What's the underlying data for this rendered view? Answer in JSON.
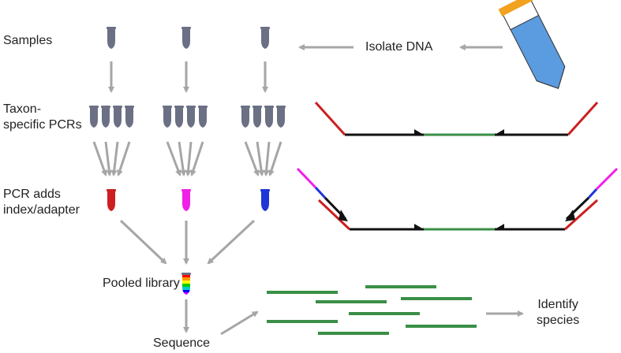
{
  "labels": {
    "samples": "Samples",
    "isolate": "Isolate DNA",
    "taxon": "Taxon-\nspecific PCRs",
    "pcr_adds": "PCR adds\nindex/adapter",
    "pooled": "Pooled library",
    "sequence": "Sequence",
    "identify": "Identify\nspecies"
  },
  "colors": {
    "tube": "#6b7085",
    "arrow": "#a6a6a6",
    "adapter_red": "#cc1f1f",
    "index_pink": "#f020e8",
    "index_blue": "#1f35d6",
    "amplicon_green": "#3a8f46",
    "strand_black": "#111111",
    "collection_tube_body": "#5b9be0",
    "collection_tube_cap": "#f2a21e"
  },
  "index_tube_colors": [
    "#cc1f1f",
    "#f020e8",
    "#1f35d6"
  ],
  "pooled_tube_bands": [
    "#ff0000",
    "#ff9900",
    "#ffff00",
    "#00cc00",
    "#00cccc",
    "#0000ff",
    "#cc00ff"
  ]
}
